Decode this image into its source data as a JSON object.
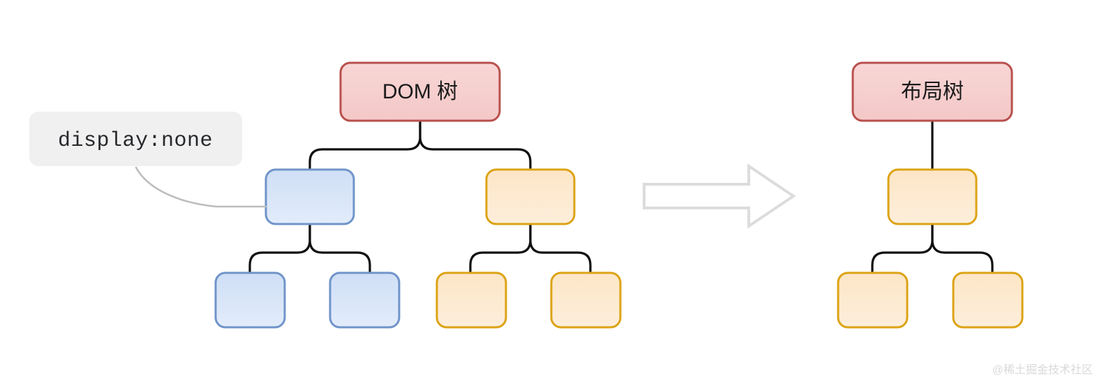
{
  "diagram": {
    "title_left": "DOM 树",
    "title_right": "布局树",
    "annotation": {
      "text": "display:none",
      "connector": "curved-leader-line"
    },
    "arrow": {
      "name": "transform-arrow",
      "direction": "right",
      "style": "hollow-block"
    },
    "watermark": "@稀土掘金技术社区",
    "colors": {
      "root_fill": "#f6cecd",
      "root_stroke": "#b8514e",
      "blue_fill": "#dbe6f7",
      "blue_stroke": "#7094c9",
      "orange_fill": "#fce9cd",
      "orange_stroke": "#dca315",
      "connector": "#111111",
      "leader": "#bdbdbd",
      "label_bg": "#f0f0f0",
      "arrow_stroke": "#dcdcdc",
      "background": "#ffffff"
    },
    "left_tree": {
      "name": "dom-tree",
      "root": {
        "label": "DOM 树",
        "kind": "root"
      },
      "children": [
        {
          "kind": "hidden-node",
          "color": "blue",
          "label": "",
          "children": [
            {
              "kind": "hidden-node",
              "color": "blue",
              "label": ""
            },
            {
              "kind": "hidden-node",
              "color": "blue",
              "label": ""
            }
          ]
        },
        {
          "kind": "visible-node",
          "color": "orange",
          "label": "",
          "children": [
            {
              "kind": "visible-node",
              "color": "orange",
              "label": ""
            },
            {
              "kind": "visible-node",
              "color": "orange",
              "label": ""
            }
          ]
        }
      ]
    },
    "right_tree": {
      "name": "layout-tree",
      "root": {
        "label": "布局树",
        "kind": "root"
      },
      "children": [
        {
          "kind": "visible-node",
          "color": "orange",
          "label": "",
          "children": [
            {
              "kind": "visible-node",
              "color": "orange",
              "label": ""
            },
            {
              "kind": "visible-node",
              "color": "orange",
              "label": ""
            }
          ]
        }
      ]
    }
  }
}
